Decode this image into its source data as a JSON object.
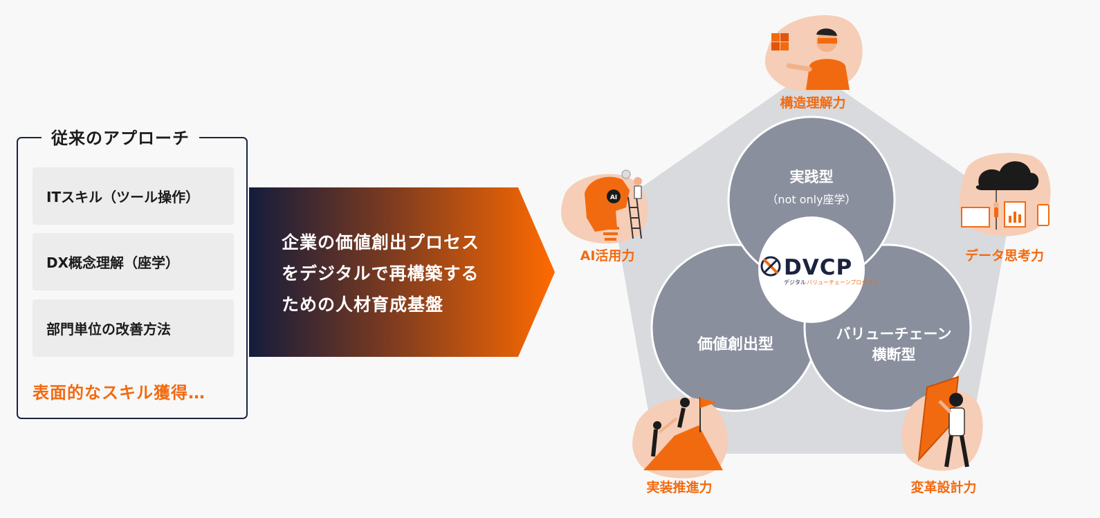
{
  "legacy": {
    "title": "従来のアプローチ",
    "items": [
      "ITスキル（ツール操作）",
      "DX概念理解（座学）",
      "部門単位の改善方法"
    ],
    "footer": "表面的なスキル獲得…"
  },
  "arrow": {
    "lines": [
      "企業の価値創出プロセス",
      "をデジタルで再構築する",
      "ための人材育成基盤"
    ]
  },
  "diagram": {
    "circles": {
      "top": {
        "label": "実践型",
        "sub": "（not only座学）"
      },
      "left": {
        "label": "価値創出型"
      },
      "right": {
        "line1": "バリューチェーン",
        "line2": "横断型"
      }
    },
    "logo": {
      "text": "DVCP",
      "sub1": "デジタル",
      "sub2": "バリューチェーンプログラム"
    },
    "skills": [
      "構造理解力",
      "データ思考力",
      "変革設計力",
      "実装推進力",
      "AI活用力"
    ],
    "ai_badge": "AI"
  },
  "colors": {
    "accent": "#f26a10",
    "navy": "#1b2340",
    "circle": "#8a8f9e",
    "pentagon": "#d9dade",
    "blob": "#f6cdb6"
  }
}
